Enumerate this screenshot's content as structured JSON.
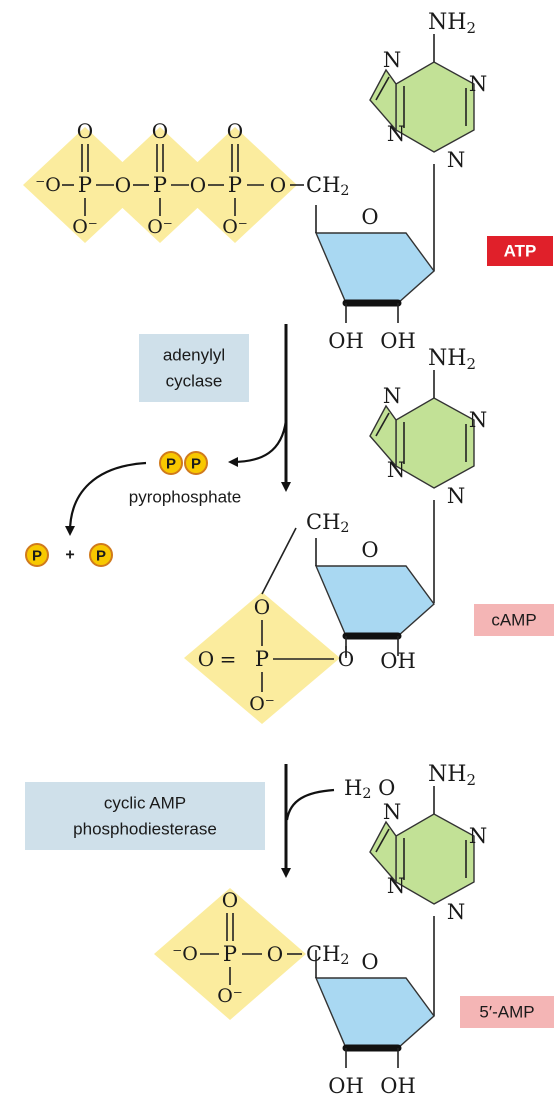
{
  "colors": {
    "phosphate_highlight": "#fbec9e",
    "ribose_fill": "#a9d8f2",
    "adenine_fill": "#c2e196",
    "label_atp_bg": "#e0202a",
    "label_light_bg": "#f4b5b5",
    "enzyme_box": "#cfe0ea",
    "pi_circle": "#f8c800",
    "pi_border": "#d07a1c"
  },
  "atoms": {
    "n": "N",
    "nh2": "NH",
    "nh2_sub": "2",
    "o": "O",
    "p": "P",
    "o_minus_prefix": "⁻O",
    "o_minus": "O⁻",
    "ch2o": "CH",
    "ch2o_sub": "2",
    "ch2o_o": "O",
    "oh": "OH",
    "dbl_eq": "=",
    "dash": "–"
  },
  "molecules": {
    "atp": {
      "label": "ATP"
    },
    "camp": {
      "label": "cAMP"
    },
    "amp": {
      "label": "5′-AMP"
    }
  },
  "reactions": {
    "enzyme1": {
      "line1": "adenylyl",
      "line2": "cyclase"
    },
    "enzyme2": {
      "line1": "cyclic AMP",
      "line2": "phosphodiesterase"
    },
    "byproduct": "pyrophosphate",
    "p_symbol": "P",
    "plus": "+",
    "water": "H",
    "water_sub": "2",
    "water_o": "O"
  }
}
